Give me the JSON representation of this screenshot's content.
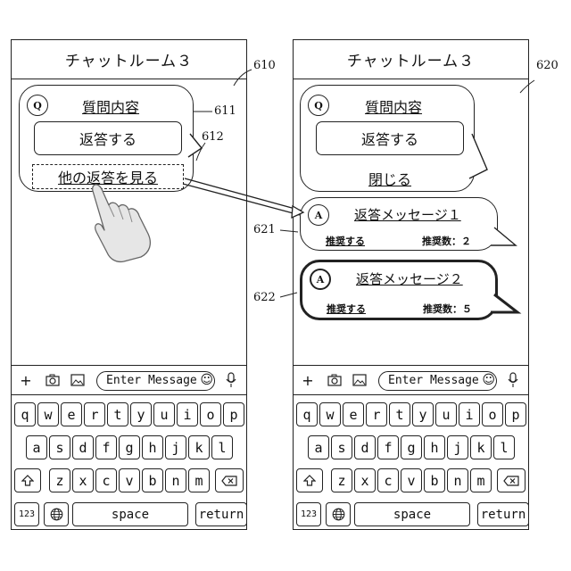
{
  "screen_left": {
    "title": "チャットルーム３",
    "question_badge": "Q",
    "question_label": "質問内容",
    "answer_button": "返答する",
    "see_other_answers": "他の返答を見る"
  },
  "screen_right": {
    "title": "チャットルーム３",
    "question_badge": "Q",
    "question_label": "質問内容",
    "answer_button": "返答する",
    "close_link": "閉じる",
    "answers": [
      {
        "badge": "A",
        "message": "返答メッセージ１",
        "recommend": "推奨する",
        "count": "推奨数：２"
      },
      {
        "badge": "A",
        "message": "返答メッセージ２",
        "recommend": "推奨する",
        "count": "推奨数：５"
      }
    ]
  },
  "input_bar": {
    "placeholder": "Enter Message",
    "icons": [
      "plus-icon",
      "camera-icon",
      "image-icon",
      "smiley-icon",
      "microphone-icon"
    ]
  },
  "keyboard": {
    "row1": [
      "q",
      "w",
      "e",
      "r",
      "t",
      "y",
      "u",
      "i",
      "o",
      "p"
    ],
    "row2": [
      "a",
      "s",
      "d",
      "f",
      "g",
      "h",
      "j",
      "k",
      "l"
    ],
    "row3": [
      "z",
      "x",
      "c",
      "v",
      "b",
      "n",
      "m"
    ],
    "num_key": "123",
    "space_key": "space",
    "return_key": "return"
  },
  "reference_numerals": {
    "screen_left": "610",
    "question_bubble": "611",
    "see_others_button": "612",
    "screen_right": "620",
    "answer_bubble_1": "621",
    "answer_bubble_2": "622"
  }
}
